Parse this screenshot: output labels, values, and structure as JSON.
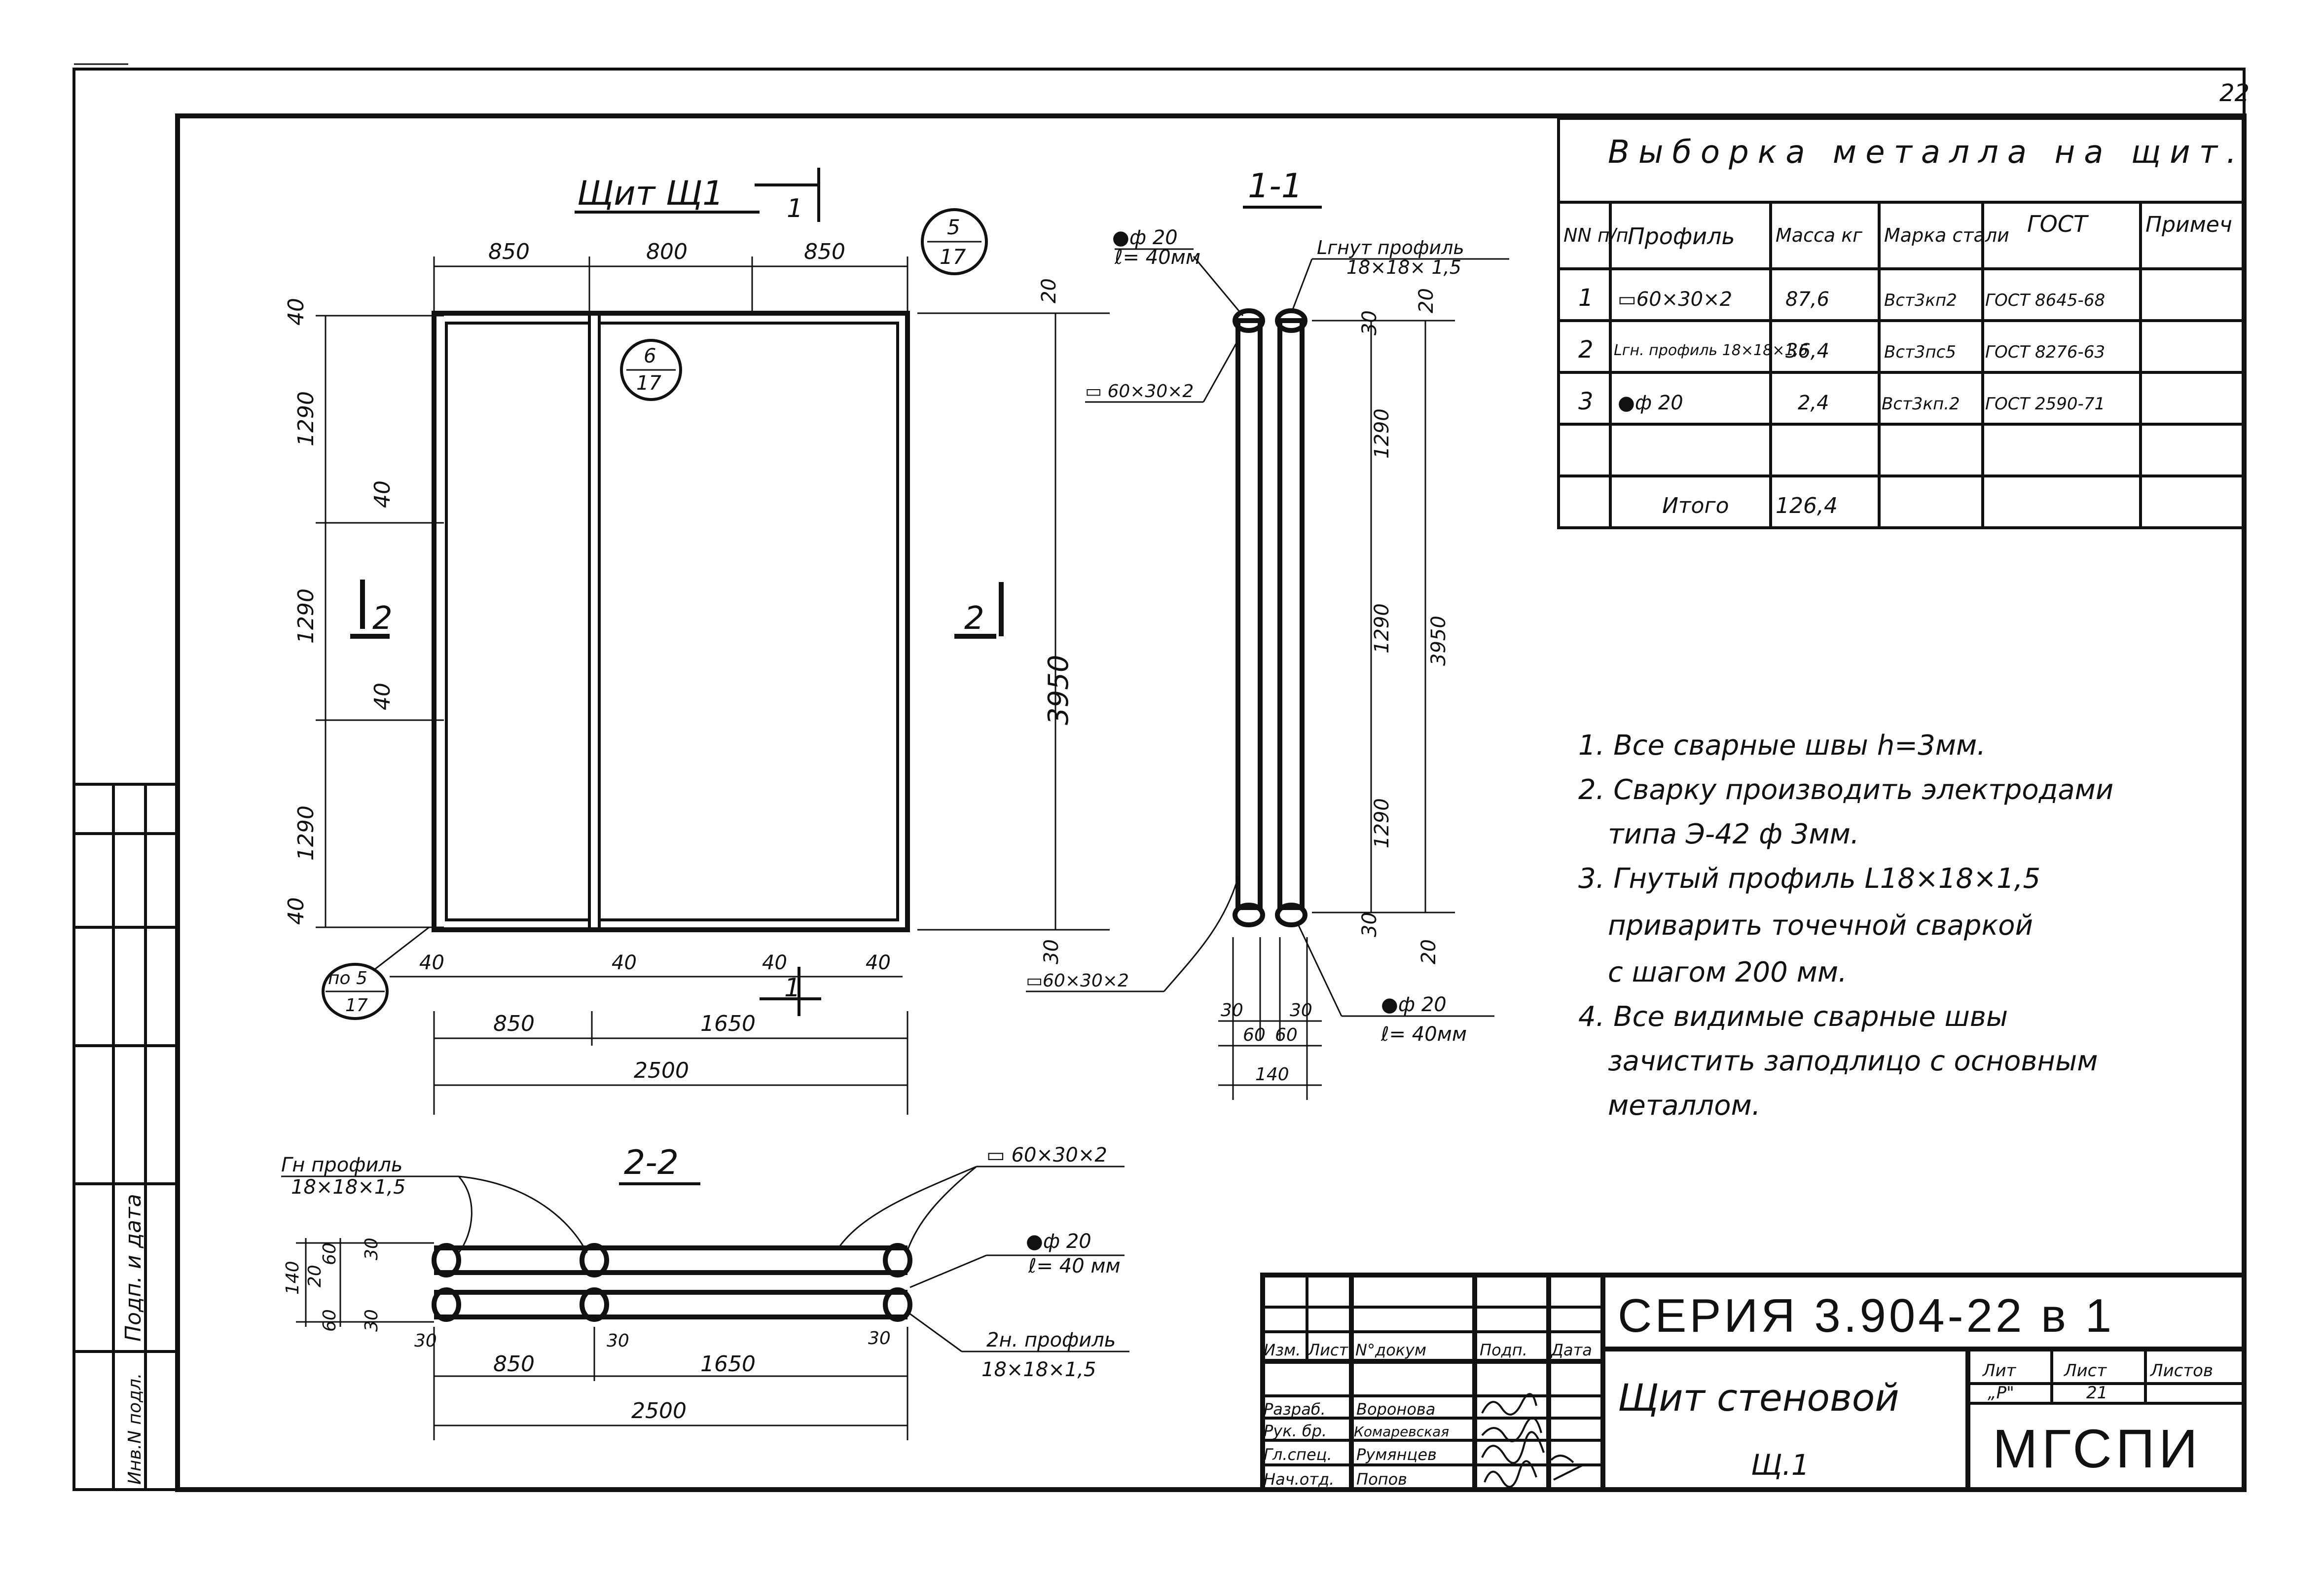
{
  "page_number": "22",
  "shield_view": {
    "title": "Щит Щ1",
    "cut_label": "1",
    "callout_5_17": [
      "5",
      "17"
    ],
    "callout_6_17": [
      "6",
      "17"
    ],
    "callout_po5_17": [
      "по 5",
      "17"
    ],
    "dims_top": [
      "850",
      "800",
      "850"
    ],
    "dims_left": [
      "40",
      "1290",
      "40",
      "1290",
      "40",
      "1290",
      "40"
    ],
    "dim_right": "3950",
    "dims_bottom_small": [
      "40",
      "40",
      "40",
      "40"
    ],
    "dims_bottom": [
      "850",
      "1650"
    ],
    "dim_total": "2500",
    "section_mark": "2"
  },
  "section_11": {
    "title": "1-1",
    "label_rod": "●ф 20",
    "label_rod_len": "ℓ= 40мм",
    "label_profile": "Lгнут профиль",
    "label_profile_size": "18×18× 1,5",
    "label_tube": "▭ 60×30×2",
    "label_tube_bottom": "▭60×30×2",
    "label_rod2": "●ф 20",
    "label_rod2_len": "ℓ= 40мм",
    "dims_v": [
      "1290",
      "1290",
      "1290"
    ],
    "dim_total": "3950",
    "dims_small": [
      "20",
      "30",
      "20",
      "30",
      "30",
      "20"
    ],
    "dims_bottom": [
      "30",
      "30",
      "60",
      "60",
      "140"
    ]
  },
  "section_22": {
    "title": "2-2",
    "label_profile": "Гн профиль",
    "label_profile_size": "18×18×1,5",
    "label_tube": "▭ 60×30×2",
    "label_rod": "●ф 20",
    "label_rod_len": "ℓ= 40 мм",
    "label_profile2": "2н. профиль",
    "label_profile2_size": "18×18×1,5",
    "dims_left": [
      "140",
      "20",
      "60",
      "30",
      "60",
      "30"
    ],
    "dims_small": [
      "30",
      "30",
      "30"
    ],
    "dims_bottom": [
      "850",
      "1650"
    ],
    "dim_total": "2500"
  },
  "material_table": {
    "title": "Выборка металла на щит.",
    "headers": [
      "NN п/п",
      "Профиль",
      "Масса кг",
      "Марка стали",
      "ГОСТ",
      "Примеч"
    ],
    "rows": [
      [
        "1",
        "▭60×30×2",
        "87,6",
        "Вст3кп2",
        "ГОСТ 8645-68",
        ""
      ],
      [
        "2",
        "Lгн. профиль 18×18×1,5",
        "36,4",
        "Вст3пс5",
        "ГОСТ 8276-63",
        ""
      ],
      [
        "3",
        "●ф 20",
        "2,4",
        "Вст3кп.2",
        "ГОСТ 2590-71",
        ""
      ]
    ],
    "total_label": "Итого",
    "total_value": "126,4"
  },
  "notes": [
    "1. Все сварные швы h=3мм.",
    "2. Сварку производить электродами",
    "типа Э-42 ф 3мм.",
    "3. Гнутый профиль L18×18×1,5",
    "приварить точечной сваркой",
    "с шагом 200 мм.",
    "4. Все видимые сварные швы",
    "зачистить заподлицо с основным",
    "металлом."
  ],
  "side_stamp": [
    "Подп. и дата",
    "Инв.N подл."
  ],
  "title_block": {
    "series": "СЕРИЯ   3.904-22 в 1",
    "name": "Щит стеновой",
    "name_sub": "Щ.1",
    "org": "МГСПИ",
    "col_headers": [
      "Изм.",
      "Лист",
      "N°докум",
      "Подп.",
      "Дата"
    ],
    "people": [
      [
        "Разраб.",
        "Воронова"
      ],
      [
        "Рук. бр.",
        "Комаревская"
      ],
      [
        "Гл.спец.",
        "Румянцев"
      ],
      [
        "Нач.отд.",
        "Попов"
      ]
    ],
    "sheet_headers": [
      "Лит",
      "Лист",
      "Листов"
    ],
    "sheet_values": [
      "„Р\"",
      "21",
      ""
    ]
  }
}
